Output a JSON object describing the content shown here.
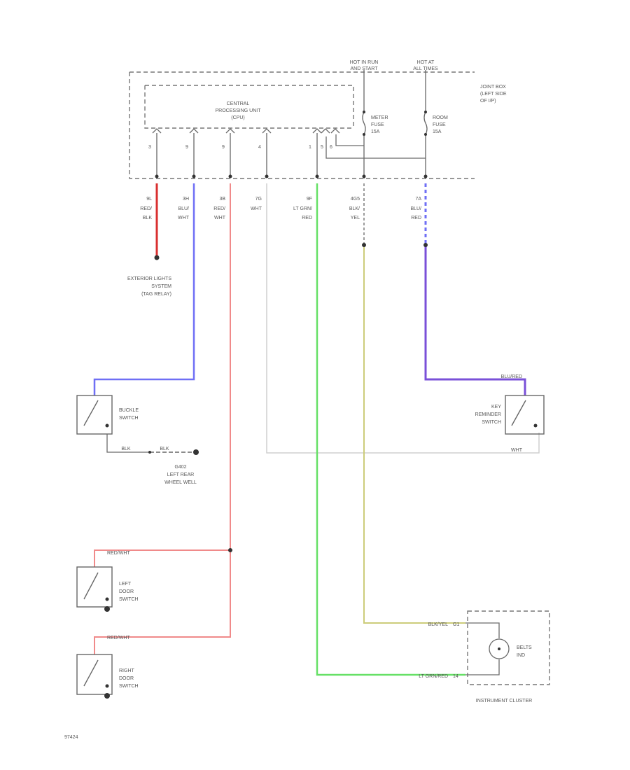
{
  "colors": {
    "red": "#d93030",
    "blue": "#6f6ff5",
    "pink": "#f08a8a",
    "white": "#cfcfcf",
    "green": "#66e066",
    "yellow": "#cccc7a",
    "purple": "#7a50d8",
    "black": "#6a6a6a"
  },
  "power": {
    "left_label_1": "HOT IN RUN",
    "left_label_2": "AND START",
    "right_label_1": "HOT AT",
    "right_label_2": "ALL TIMES",
    "joint_box_1": "JOINT BOX",
    "joint_box_2": "(LEFT SIDE",
    "joint_box_3": "OF I/P)"
  },
  "fuses": {
    "meter": [
      "METER",
      "FUSE",
      "15A"
    ],
    "room": [
      "ROOM",
      "FUSE",
      "15A"
    ]
  },
  "cpu": {
    "title_1": "CENTRAL",
    "title_2": "PROCESSING UNIT",
    "title_3": "(CPU)",
    "pins": [
      "3",
      "9",
      "9",
      "4",
      "1",
      "5",
      "6"
    ]
  },
  "wires": [
    {
      "code": "9L",
      "color_1": "RED/",
      "color_2": "BLK"
    },
    {
      "code": "3H",
      "color_1": "BLU/",
      "color_2": "WHT"
    },
    {
      "code": "3B",
      "color_1": "RED/",
      "color_2": "WHT"
    },
    {
      "code": "7G",
      "color_1": "WHT",
      "color_2": ""
    },
    {
      "code": "9F",
      "color_1": "LT GRN/",
      "color_2": "RED"
    },
    {
      "code": "4G5",
      "color_1": "BLK/",
      "color_2": "YEL"
    },
    {
      "code": "7A",
      "color_1": "BLU/",
      "color_2": "RED"
    }
  ],
  "exterior": [
    "EXTERIOR LIGHTS",
    "SYSTEM",
    "(TAG RELAY)"
  ],
  "buckle": {
    "name_1": "BUCKLE",
    "name_2": "SWITCH"
  },
  "ground_wire": {
    "label_1": "BLK",
    "label_2": "BLK"
  },
  "ground": [
    "G402",
    "LEFT REAR",
    "WHEEL WELL"
  ],
  "key": {
    "name_1": "KEY",
    "name_2": "REMINDER",
    "name_3": "SWITCH",
    "wire_top": "BLU/RED",
    "wire_bottom": "WHT"
  },
  "left_door": {
    "name_1": "LEFT",
    "name_2": "DOOR",
    "name_3": "SWITCH",
    "wire": "RED/WHT"
  },
  "right_door": {
    "name_1": "RIGHT",
    "name_2": "DOOR",
    "name_3": "SWITCH",
    "wire": "RED/WHT"
  },
  "cluster": {
    "title": "INSTRUMENT CLUSTER",
    "lamp_1": "BELTS",
    "lamp_2": "IND",
    "wire_top": "BLK/YEL",
    "pin_top": "G1",
    "wire_bottom": "LT GRN/RED",
    "pin_bottom": "14"
  },
  "figure_id": "97424"
}
